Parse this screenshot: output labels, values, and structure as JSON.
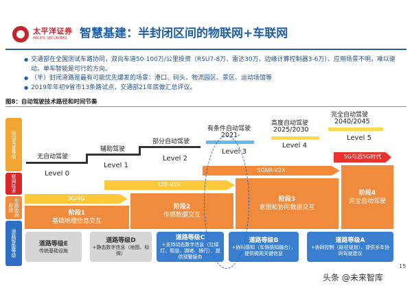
{
  "header": {
    "logo_cn": "太平洋证券",
    "logo_en": "PACIFIC SECURITIES",
    "title": "智慧基建：半封闭区间的物联网+车联网"
  },
  "bullets": [
    "交通部在全国测试车路协同，双向车道50-100万/公里投资（RSU7-8万、雷达30万、边缘计算控制器3-6万）、应用场景不明，难以驱动。单车智能是可行的方向。",
    "（半）封闭道路是最有可能优先爆发的场景：港口、码头、物流园区、景区、运动场馆等",
    "2019年年初9省市13条路试点，交通部21年底做汇总评议。"
  ],
  "caption": "图8：自动驾驶技术路径和时间节奏",
  "side_labels": [
    "自动驾驶等级",
    "联网技术",
    "车路协同阶段",
    "道路智能等级"
  ],
  "levels": [
    {
      "name": "无自动驾驶",
      "num": "Level 0"
    },
    {
      "name": "辅助驾驶",
      "num": "Level 1"
    },
    {
      "name": "部分自动驾驶",
      "num": "Level 2"
    },
    {
      "name": "有条件自动驾驶",
      "year": "2021-",
      "num": "Level 3"
    },
    {
      "name": "高度自动驾驶",
      "year": "2025/2030",
      "num": "Level 4"
    },
    {
      "name": "完全自动驾驶",
      "year": "2040/2045",
      "num": "Level 5"
    }
  ],
  "network": [
    "3G/4G",
    "LTE-V2X",
    "5GNR-V2X",
    "5G与后5G时代"
  ],
  "phases": [
    {
      "title": "阶段1",
      "desc": "基础地理信息交互"
    },
    {
      "title": "阶段2",
      "desc": "传感数据交互"
    },
    {
      "title": "阶段3",
      "desc": "意图和协同数据交互"
    },
    {
      "title": "阶段4",
      "desc": "完全自动驾驶"
    }
  ],
  "roads": [
    {
      "title": "道路等级E",
      "desc": "传统基础设施"
    },
    {
      "title": "道路等级D",
      "desc": "+静态数字信息（地图、标牌）"
    },
    {
      "title": "道路等级C",
      "desc": "+支持动态数字信息（红绿灯、阻道、拥堵、镜行），提供预警服务"
    },
    {
      "title": "道路等级B",
      "desc": "+协同感知（车侧感知融合），提供微观关键信息"
    },
    {
      "title": "道路等级A",
      "desc": "+协同控制（路径规划），提供多车协同驾驶建议"
    }
  ],
  "page_number": "15",
  "watermark": "头条 @未来智库",
  "colors": {
    "brand_red": "#c6242b",
    "title_blue": "#1e5fa6",
    "phase_orange": "#f08a3c",
    "arrow_yellow": "#ffc83a",
    "road_blue": "#3a7fcf"
  }
}
